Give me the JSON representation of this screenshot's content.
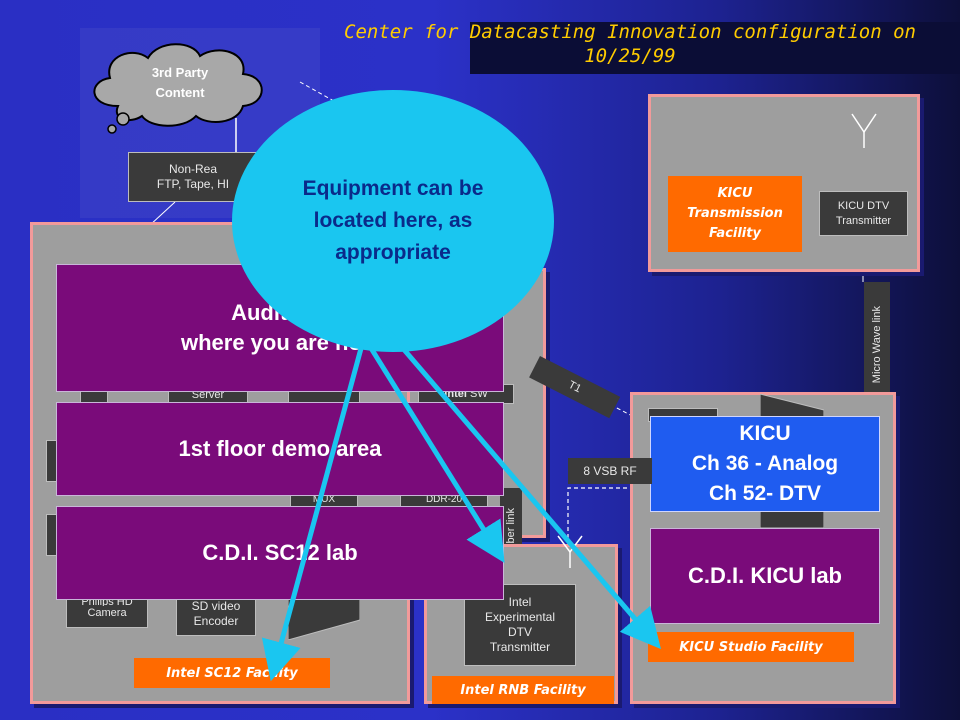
{
  "title": {
    "line1": "Center for Datacasting Innovation configuration on",
    "line2": "10/25/99"
  },
  "cloud": {
    "label_line1": "3rd Party",
    "label_line2": "Content"
  },
  "non_real": {
    "line1": "Non-Rea",
    "line2": "FTP, Tape, HI"
  },
  "kicu_tx_facility": {
    "label_line1": "KICU",
    "label_line2": "Transmission",
    "label_line3": "Facility",
    "transmitter_line1": "KICU DTV",
    "transmitter_line2": "Transmitter",
    "microwave": "Micro Wave link"
  },
  "t1_label": "T1",
  "vsb_label": "8 VSB RF",
  "fiber_label": "Fiber link",
  "sc12": {
    "server": "Server",
    "intel_sw_bold": "Intel",
    "intel_sw_rest": " SW",
    "mux": "MUX",
    "ddr": "DDR-20",
    "camera_line1": "Philips HD",
    "camera_line2": "Camera",
    "encoder_line1": "SD video",
    "encoder_line2": "Encoder",
    "facility_label": "Intel SC12 Facility"
  },
  "rnb": {
    "transmitter_line1": "Intel",
    "transmitter_line2": "Experimental",
    "transmitter_line3": "DTV",
    "transmitter_line4": "Transmitter",
    "facility_label": "Intel RNB Facility"
  },
  "kicu_studio": {
    "facility_label": "KICU Studio Facility"
  },
  "overlays": {
    "auditorium_line1": "Auditoriu",
    "auditorium_line2": "where you are now",
    "demo_area": "1st floor demo area",
    "sc12_lab": "C.D.I. SC12 lab",
    "kicu_lab": "C.D.I. KICU lab",
    "kicu_line1": "KICU",
    "kicu_line2": "Ch 36 - Analog",
    "kicu_line3": "Ch 52- DTV",
    "bubble": "Equipment can be located here, as appropriate"
  },
  "colors": {
    "background": "#2a2fc4",
    "title": "#ffcc00",
    "facility_gray": "#9e9e9e",
    "facility_border": "#f29a9a",
    "purple": "#7a0b7a",
    "orange": "#ff6a00",
    "bubble": "#1ac6f0",
    "kicu_blue": "#1f5cf0"
  }
}
